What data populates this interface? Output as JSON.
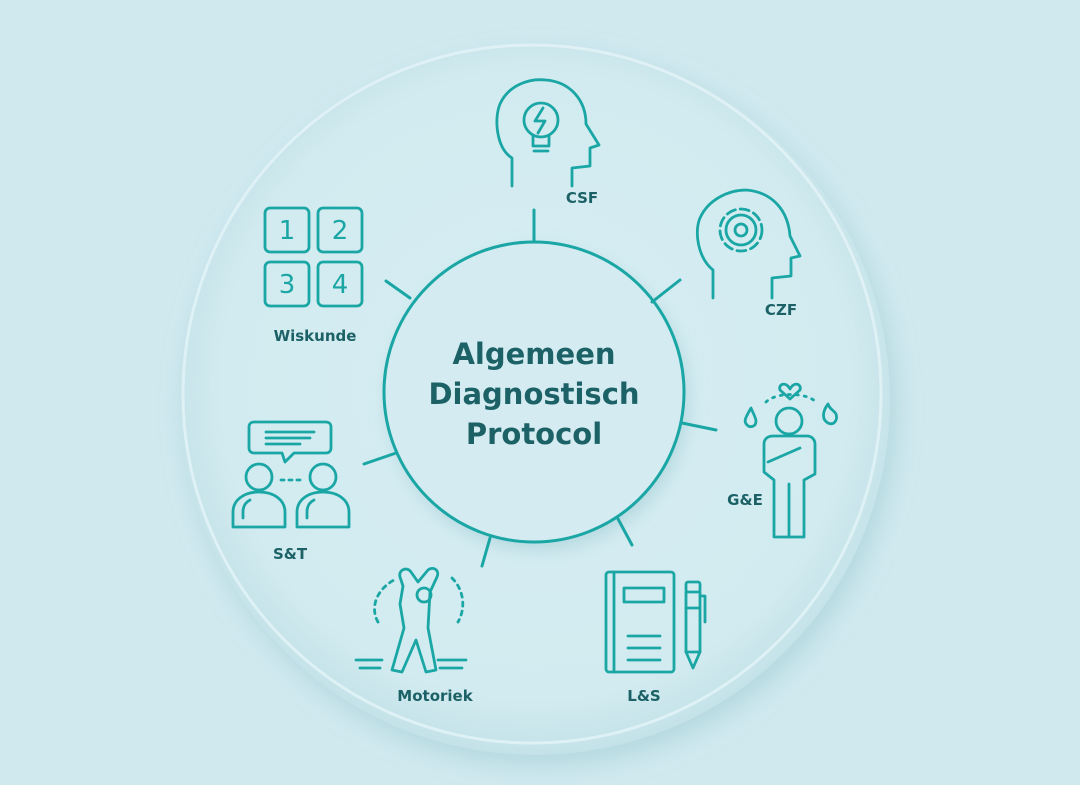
{
  "center_title": [
    "Algemeen",
    "Diagnostisch",
    "Protocol"
  ],
  "domains": [
    {
      "label": "CSF",
      "icon": "head-lightbulb-icon"
    },
    {
      "label": "CZF",
      "icon": "head-gear-icon"
    },
    {
      "label": "G&E",
      "icon": "person-emotions-icon"
    },
    {
      "label": "L&S",
      "icon": "notebook-pen-icon"
    },
    {
      "label": "Motoriek",
      "icon": "stretching-person-icon"
    },
    {
      "label": "S&T",
      "icon": "two-people-talking-icon"
    },
    {
      "label": "Wiskunde",
      "icon": "number-tiles-icon"
    }
  ],
  "number_tiles": [
    "1",
    "2",
    "3",
    "4"
  ],
  "colors": {
    "background": "#cfe9ef",
    "ring": "#d3ecf1",
    "accent": "#1aa6a4",
    "text": "#1b6166"
  }
}
